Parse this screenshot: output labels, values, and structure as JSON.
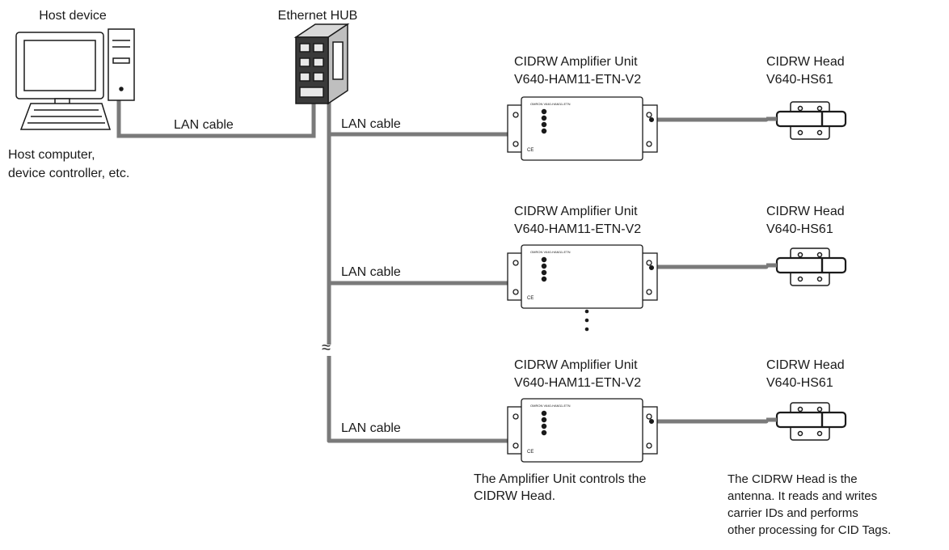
{
  "host": {
    "title": "Host device",
    "caption_line1": "Host computer,",
    "caption_line2": "device controller, etc."
  },
  "hub": {
    "title": "Ethernet HUB"
  },
  "cable_label": "LAN cable",
  "amplifier": {
    "title_line1": "CIDRW Amplifier Unit",
    "title_line2": "V640-HAM11-ETN-V2",
    "note": "The Amplifier Unit controls the\nCIDRW Head.",
    "mark_ce": "CE",
    "mark_brand": "OMRON V640-HAM11-ETN"
  },
  "head": {
    "title_line1": "CIDRW Head",
    "title_line2": "V640-HS61",
    "note": "The CIDRW Head is the\nantenna. It reads and writes\ncarrier IDs and performs\nother processing for CID Tags."
  },
  "break_symbol": "≈",
  "colors": {
    "cable": "#7a7a7a",
    "line": "#1a1a1a",
    "device_fill": "#ffffff"
  }
}
